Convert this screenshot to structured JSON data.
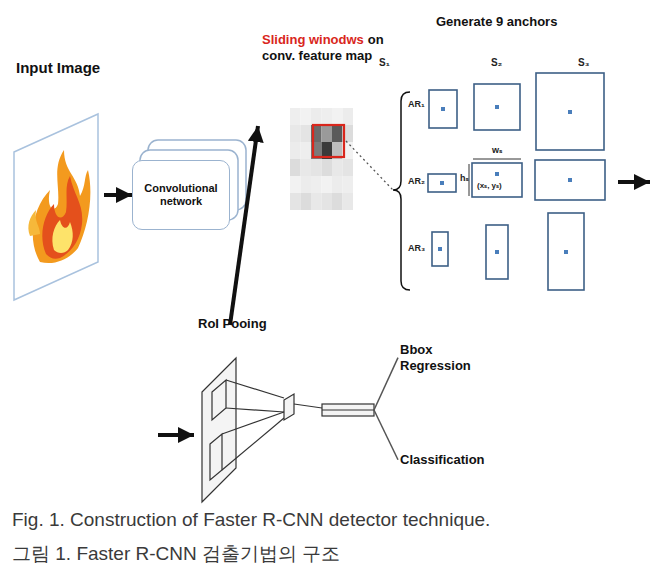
{
  "diagram": {
    "caption": "Fig. 1. Construction of Faster R-CNN detector technique.",
    "nodes": [
      {
        "text": [
          "Input Image"
        ]
      },
      {
        "text": [
          "Convolutional network"
        ]
      },
      {
        "text": [
          "Sliding winodws",
          "on conv. feature map"
        ]
      },
      {
        "text": [
          "Generate 9 anchors"
        ]
      },
      {
        "text": [
          "RoI Pooing"
        ]
      },
      {
        "text": [
          "Bbox Regression"
        ]
      },
      {
        "text": [
          "Classification"
        ]
      }
    ],
    "edges": [
      {
        "from": 0,
        "to": 1,
        "arrow": "to"
      },
      {
        "from": 1,
        "to": 2,
        "arrow": "to"
      },
      {
        "from": 4,
        "to": 5,
        "arrow": "none"
      },
      {
        "from": 4,
        "to": 6,
        "arrow": "none"
      }
    ],
    "labels": [
      "S₁",
      "S₂",
      "S₃",
      "AR₁",
      "AR₂",
      "AR₃",
      "wₛ",
      "hₛ",
      "(xₛ, yₛ)",
      "그림 1. Faster R-CNN 검출기법의 구조"
    ]
  }
}
